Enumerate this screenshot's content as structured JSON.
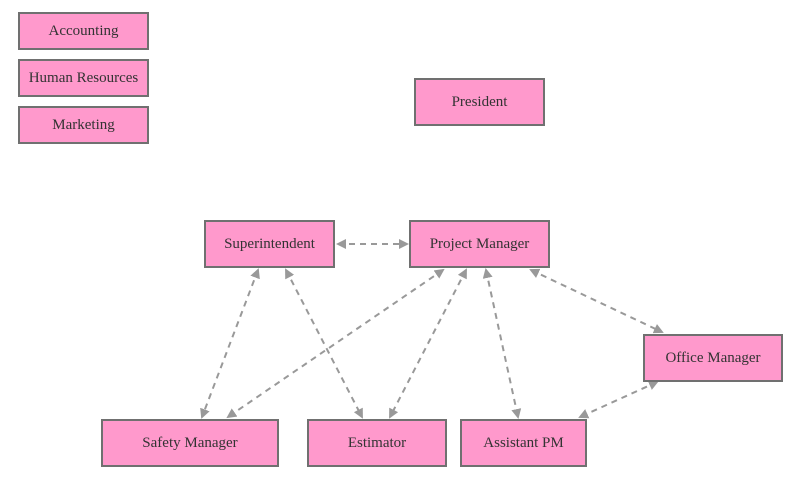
{
  "colors": {
    "node_fill": "#ff99cc",
    "node_border": "#707070",
    "connector": "#999999"
  },
  "legend": {
    "accounting": "Accounting",
    "human_resources": "Human Resources",
    "marketing": "Marketing"
  },
  "nodes": {
    "president": "President",
    "superintendent": "Superintendent",
    "project_manager": "Project Manager",
    "office_manager": "Office Manager",
    "safety_manager": "Safety Manager",
    "estimator": "Estimator",
    "assistant_pm": "Assistant PM"
  },
  "connections": [
    {
      "from": "superintendent",
      "to": "project_manager",
      "style": "dashed",
      "arrows": "both"
    },
    {
      "from": "superintendent",
      "to": "safety_manager",
      "style": "dashed",
      "arrows": "both"
    },
    {
      "from": "superintendent",
      "to": "estimator",
      "style": "dashed",
      "arrows": "both"
    },
    {
      "from": "project_manager",
      "to": "safety_manager",
      "style": "dashed",
      "arrows": "both"
    },
    {
      "from": "project_manager",
      "to": "estimator",
      "style": "dashed",
      "arrows": "both"
    },
    {
      "from": "project_manager",
      "to": "assistant_pm",
      "style": "dashed",
      "arrows": "both"
    },
    {
      "from": "project_manager",
      "to": "office_manager",
      "style": "dashed",
      "arrows": "both"
    },
    {
      "from": "office_manager",
      "to": "assistant_pm",
      "style": "dashed",
      "arrows": "both"
    }
  ]
}
